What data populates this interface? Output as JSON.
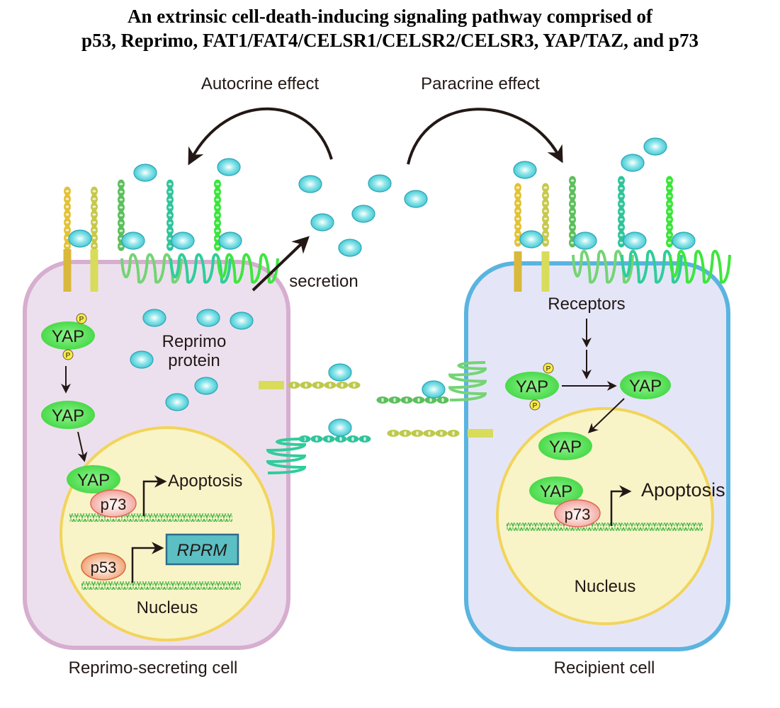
{
  "title": {
    "line1": "An extrinsic cell-death-inducing signaling pathway comprised of",
    "line2": "p53, Reprimo, FAT1/FAT4/CELSR1/CELSR2/CELSR3, YAP/TAZ, and p73"
  },
  "labels": {
    "autocrine": "Autocrine effect",
    "paracrine": "Paracrine effect",
    "secretion": "secretion",
    "reprimo_protein_1": "Reprimo",
    "reprimo_protein_2": "protein",
    "receptors": "Receptors",
    "left_cell": "Reprimo-secreting cell",
    "right_cell": "Recipient cell",
    "nucleus": "Nucleus",
    "apoptosis": "Apoptosis",
    "gene": "RPRM",
    "yap": "YAP",
    "p73": "p73",
    "p53": "p53",
    "phospho": "P"
  },
  "colors": {
    "left_cell_fill": "#ede0ee",
    "left_cell_border": "#d6aecf",
    "right_cell_fill": "#e4e6f8",
    "right_cell_border": "#5ab4e0",
    "nucleus_fill": "#f8f4c8",
    "nucleus_border": "#f2d45a",
    "reprimo": "#5fd3dc",
    "yap": "#4fdc4f",
    "p73": "#f3b0a8",
    "p53": "#f0a070",
    "gene_box": "#5bbfc3",
    "dna": "#3fb04a",
    "arrow": "#231815"
  },
  "icons": {
    "reprimo": "reprimo-protein-icon",
    "receptor": "receptor-icon",
    "phosphate": "phosphate-icon",
    "dna": "dna-helix-icon"
  }
}
